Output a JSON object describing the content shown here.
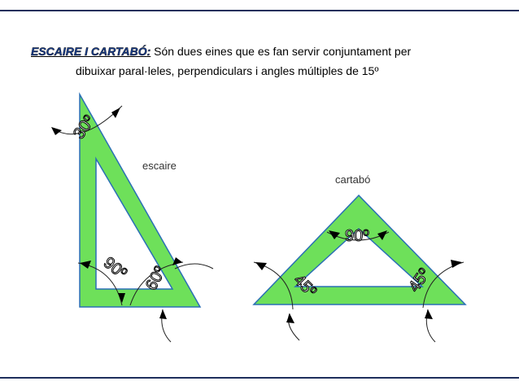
{
  "heading": {
    "term": "ESCAIRE I CARTABÓ",
    "colon": ":",
    "text_line1": " Són dues eines que es fan servir conjuntament per",
    "text_line2": "dibuixar paral·leles, perpendiculars i angles múltiples de 15º"
  },
  "escaire": {
    "label": "escaire",
    "angle_top": "30º",
    "angle_right": "90º",
    "angle_bottom": "60º"
  },
  "cartabo": {
    "label": "cartabó",
    "angle_top": "90º",
    "angle_left": "45º",
    "angle_right": "45º"
  },
  "colors": {
    "tool_fill": "#6ee05a",
    "tool_stroke": "#2a6fb5",
    "rule": "#1f2f5c"
  }
}
